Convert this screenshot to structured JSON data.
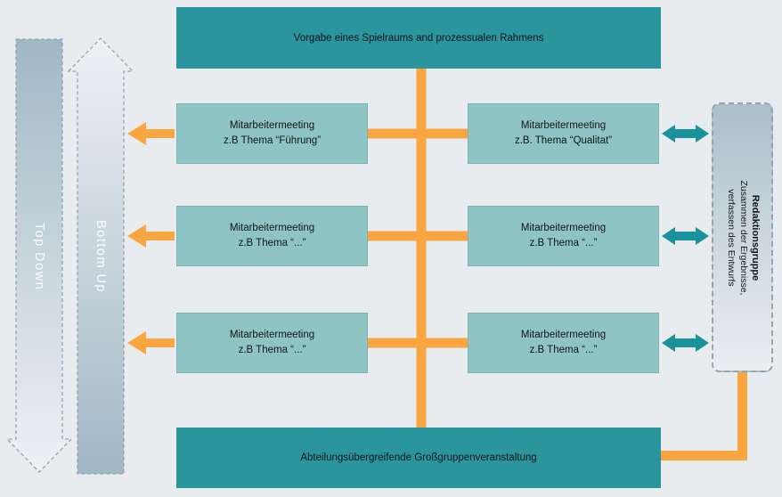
{
  "top_banner": {
    "label": "Vorgabe eines Spielraums and prozessualen Rahmens"
  },
  "bottom_banner": {
    "label": "Abteilungsübergreifende Großgruppenveranstaltung"
  },
  "left_flow_arrows": {
    "top_down": "Top Down",
    "bottom_up": "Bottom Up"
  },
  "meetings": {
    "left": [
      {
        "line1": "Mitarbeitermeeting",
        "line2": "z.B Thema “Führung”"
      },
      {
        "line1": "Mitarbeitermeeting",
        "line2": "z.B Thema “...”"
      },
      {
        "line1": "Mitarbeitermeeting",
        "line2": "z.B Thema “...”"
      }
    ],
    "right": [
      {
        "line1": "Mitarbeitermeeting",
        "line2": "z.B. Thema “Qualitat”"
      },
      {
        "line1": "Mitarbeitermeeting",
        "line2": "z.B Thema “...”"
      },
      {
        "line1": "Mitarbeitermeeting",
        "line2": "z.B Thema “...”"
      }
    ]
  },
  "redaktionsgruppe": {
    "title": "Redaktionsgruppe",
    "line2": "Zusammen der Ergebnisse,",
    "line3": "verfassen des Entwurfs"
  },
  "icons": {
    "orange_left_arrow": "left-arrow",
    "teal_double_arrow": "double-headed-arrow"
  },
  "colors": {
    "background": "#e8ecef",
    "banner_teal": "#2a959d",
    "meeting_teal": "#8fc4c4",
    "connector_orange": "#f9a640",
    "double_arrow_teal": "#1a929b",
    "dashed_border_gray": "#9aa3ab",
    "gradient_blue_gray": "#a0b8c5",
    "gradient_light": "#eef1f4"
  }
}
